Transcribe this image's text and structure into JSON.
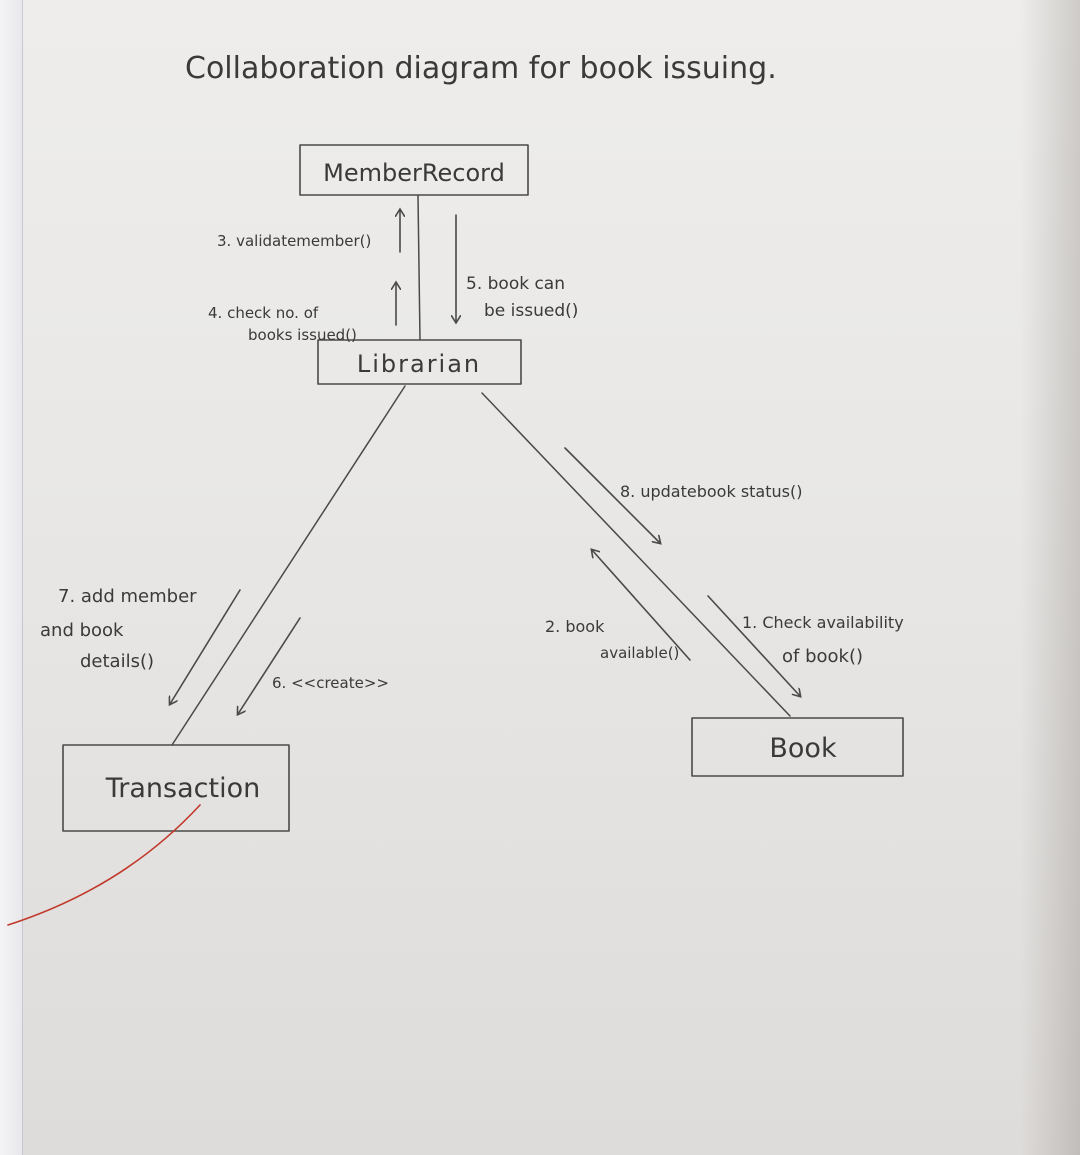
{
  "title": "Collaboration diagram for book issuing.",
  "objects": {
    "member_record": "MemberRecord",
    "librarian": "Librarian",
    "transaction": "Transaction",
    "book": "Book"
  },
  "messages": {
    "m1_line1": "1. Check availability",
    "m1_line2": "of book()",
    "m2_line1": "2. book",
    "m2_line2": "available()",
    "m3": "3. validatemember()",
    "m4_line1": "4. check no. of",
    "m4_line2": "books issued()",
    "m5_line1": "5. book can",
    "m5_line2": "be issued()",
    "m6": "6. <<create>>",
    "m7_line1": "7. add member",
    "m7_line2": "and book",
    "m7_line3": "details()",
    "m8": "8. updatebook status()"
  },
  "colors": {
    "ink": "#4a4a4a",
    "red_pen": "#c0392b",
    "paper": "#ecebe9"
  }
}
